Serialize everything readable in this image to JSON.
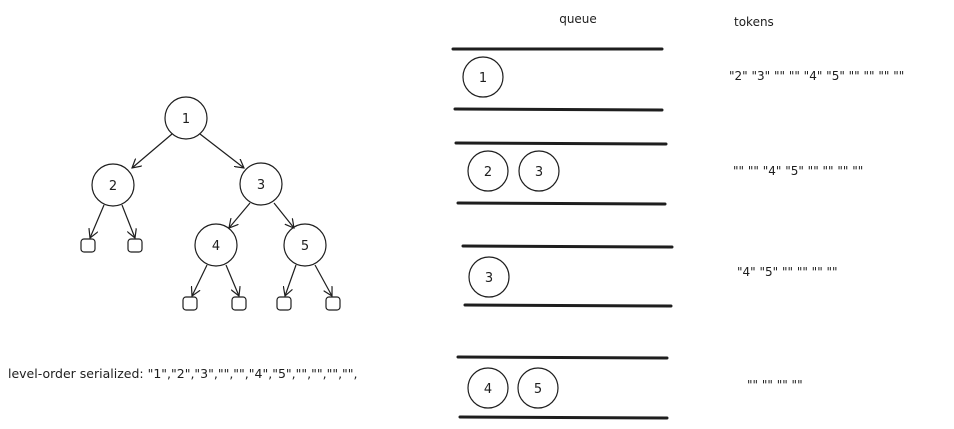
{
  "tree": {
    "nodes": [
      "1",
      "2",
      "3",
      "4",
      "5"
    ]
  },
  "serialized_label": "level-order serialized: \"1\",\"2\",\"3\",\"\",\"\",\"4\",\"5\",\"\",\"\",\"\",\"\",",
  "queue_header": "queue",
  "tokens_header": "tokens",
  "steps": [
    {
      "queue": [
        "1"
      ],
      "tokens": "\"2\" \"3\" \"\" \"\" \"4\" \"5\" \"\" \"\" \"\" \"\""
    },
    {
      "queue": [
        "2",
        "3"
      ],
      "tokens": "\"\" \"\" \"4\" \"5\" \"\" \"\" \"\" \"\""
    },
    {
      "queue": [
        "3"
      ],
      "tokens": "\"4\" \"5\" \"\" \"\" \"\" \"\""
    },
    {
      "queue": [
        "4",
        "5"
      ],
      "tokens": "\"\" \"\" \"\" \"\""
    }
  ]
}
